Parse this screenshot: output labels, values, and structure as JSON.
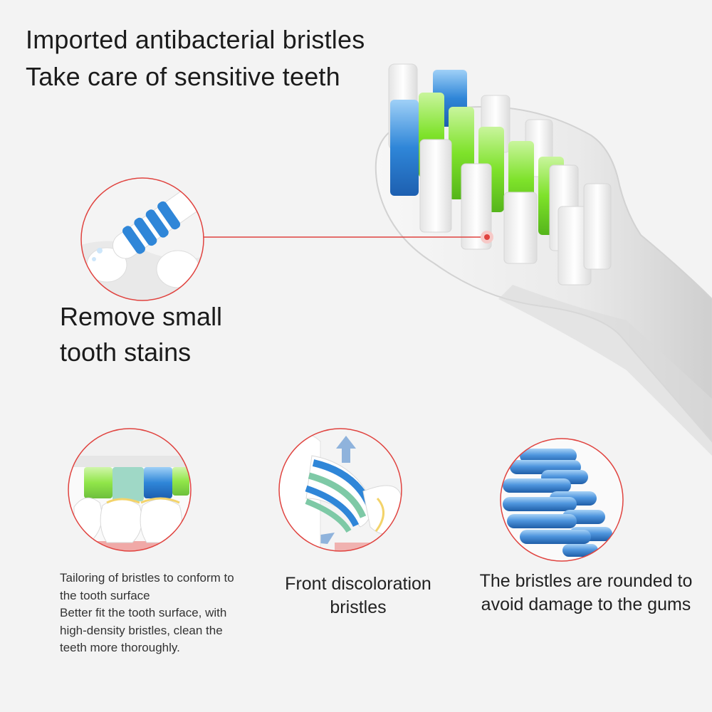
{
  "headline": {
    "line1": "Imported antibacterial bristles",
    "line2": "Take care of sensitive teeth"
  },
  "callout": {
    "line1": "Remove small",
    "line2": "tooth stains"
  },
  "features": [
    {
      "icon": "contoured-bristles-illustration",
      "lines": [
        "Tailoring of bristles to conform to",
        "the tooth surface",
        "Better fit the tooth surface, with",
        "high-density bristles, clean the",
        "teeth more thoroughly."
      ]
    },
    {
      "icon": "front-bristles-illustration",
      "lines": [
        "Front discoloration",
        "bristles"
      ]
    },
    {
      "icon": "rounded-bristles-illustration",
      "lines": [
        "The bristles are rounded to",
        "avoid damage to the gums"
      ]
    }
  ],
  "colors": {
    "background": "#f3f3f3",
    "accent_ring": "#e0433f",
    "blue_bristle": "#2f86d8",
    "green_bristle": "#7ee22a",
    "white_bristle": "#ffffff",
    "text": "#1b1b1b"
  }
}
